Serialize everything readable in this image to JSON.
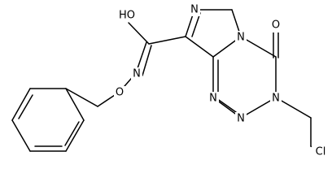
{
  "structure": {
    "atoms": {
      "hydroxyl": "HO",
      "oxime_n": "N",
      "ether_o": "O",
      "imid_n_top": "N",
      "imid_n_bridge": "N",
      "carbonyl_o": "O",
      "triazine_n_right": "N",
      "triazine_n_mid": "N",
      "triazine_n_left": "N",
      "chlorine": "Cl"
    }
  }
}
